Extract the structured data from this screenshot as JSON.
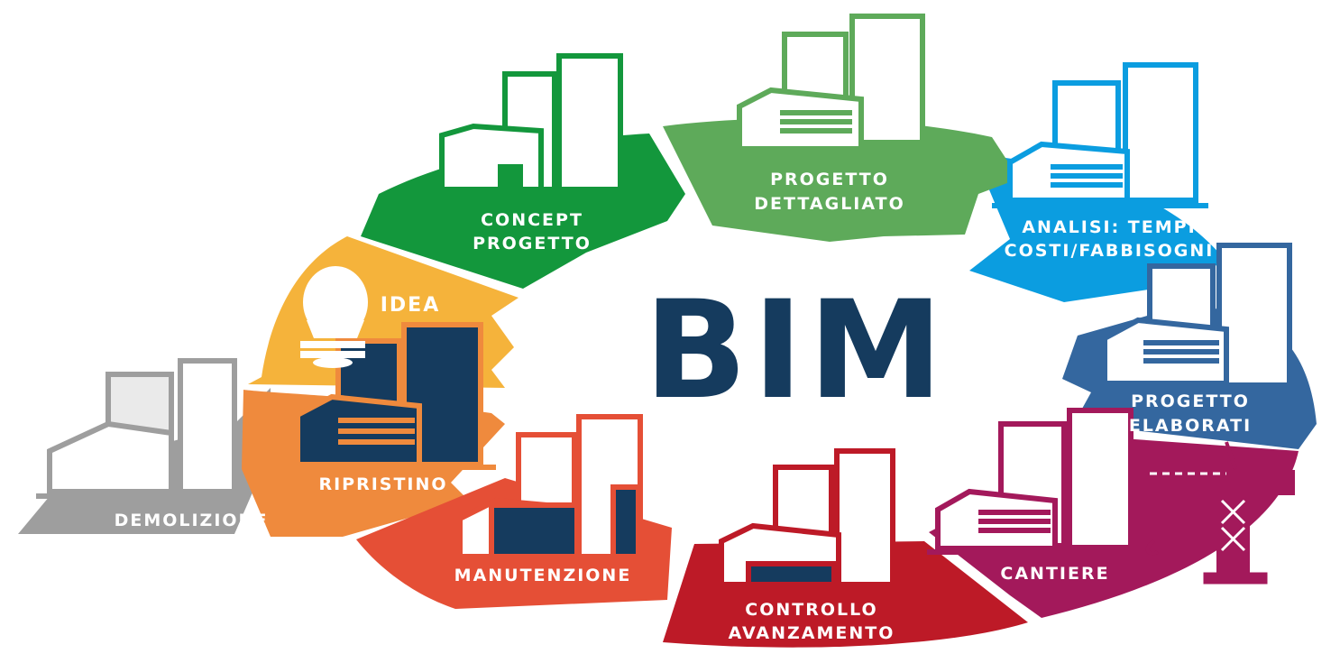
{
  "center_label": "BIM",
  "colors": {
    "concept": "#13973c",
    "dettaglio": "#5eaa5a",
    "analisi": "#0b9de0",
    "elaborati": "#34679f",
    "cantiere": "#a3195b",
    "controllo": "#bd1a27",
    "manutenzione": "#e54f36",
    "ripristino": "#ef8a3d",
    "idea": "#f5b33b",
    "demolizione": "#9e9e9e",
    "center": "#153b5e"
  },
  "stages": [
    {
      "id": "concept",
      "lines": [
        "CONCEPT",
        "PROGETTO"
      ]
    },
    {
      "id": "dettaglio",
      "lines": [
        "PROGETTO",
        "DETTAGLIATO"
      ]
    },
    {
      "id": "analisi",
      "lines": [
        "ANALISI: TEMPI",
        "COSTI/FABBISOGNI"
      ]
    },
    {
      "id": "elaborati",
      "lines": [
        "PROGETTO",
        "ELABORATI"
      ]
    },
    {
      "id": "cantiere",
      "lines": [
        "CANTIERE"
      ]
    },
    {
      "id": "controllo",
      "lines": [
        "CONTROLLO",
        "AVANZAMENTO"
      ]
    },
    {
      "id": "manutenzione",
      "lines": [
        "MANUTENZIONE"
      ]
    },
    {
      "id": "ripristino",
      "lines": [
        "RIPRISTINO"
      ]
    },
    {
      "id": "idea",
      "lines": [
        "IDEA"
      ]
    },
    {
      "id": "demolizione",
      "lines": [
        "DEMOLIZIONE"
      ]
    }
  ]
}
